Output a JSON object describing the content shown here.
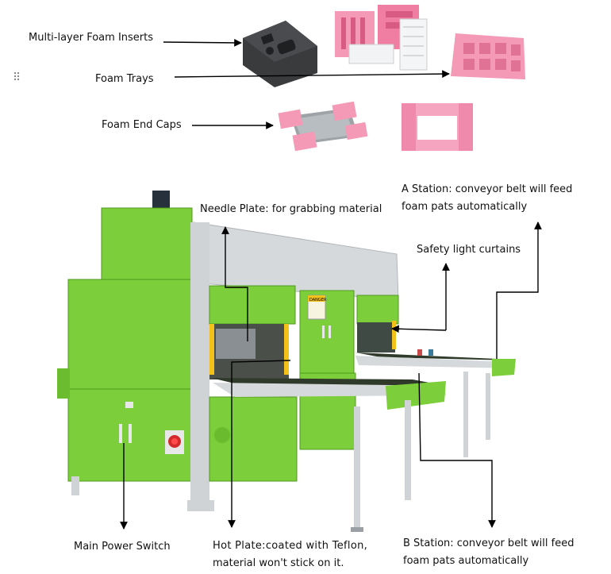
{
  "labels": {
    "multi_layer": "Multi-layer Foam Inserts",
    "foam_trays": "Foam Trays",
    "end_caps": "Foam End Caps",
    "needle_plate": "Needle Plate: for grabbing material",
    "a_station_1": "A Station: conveyor belt will feed",
    "a_station_2": "foam pats automatically",
    "safety": "Safety light curtains",
    "main_power": "Main Power Switch",
    "hot_plate_1": "Hot Plate:coated with Teflon,",
    "hot_plate_2": "material won't stick on it.",
    "b_station_1": "B Station: conveyor belt will feed",
    "b_station_2": "foam pats automatically"
  },
  "machine": {
    "warning_sign": "DANGER"
  },
  "colors": {
    "machine_green": "#7ccf3a",
    "machine_green_dark": "#5fae22",
    "frame_gray": "#cfd3d6",
    "foam_pink": "#f49ab6",
    "foam_dark": "#3a3b3d",
    "belt": "#2f3a2a"
  }
}
